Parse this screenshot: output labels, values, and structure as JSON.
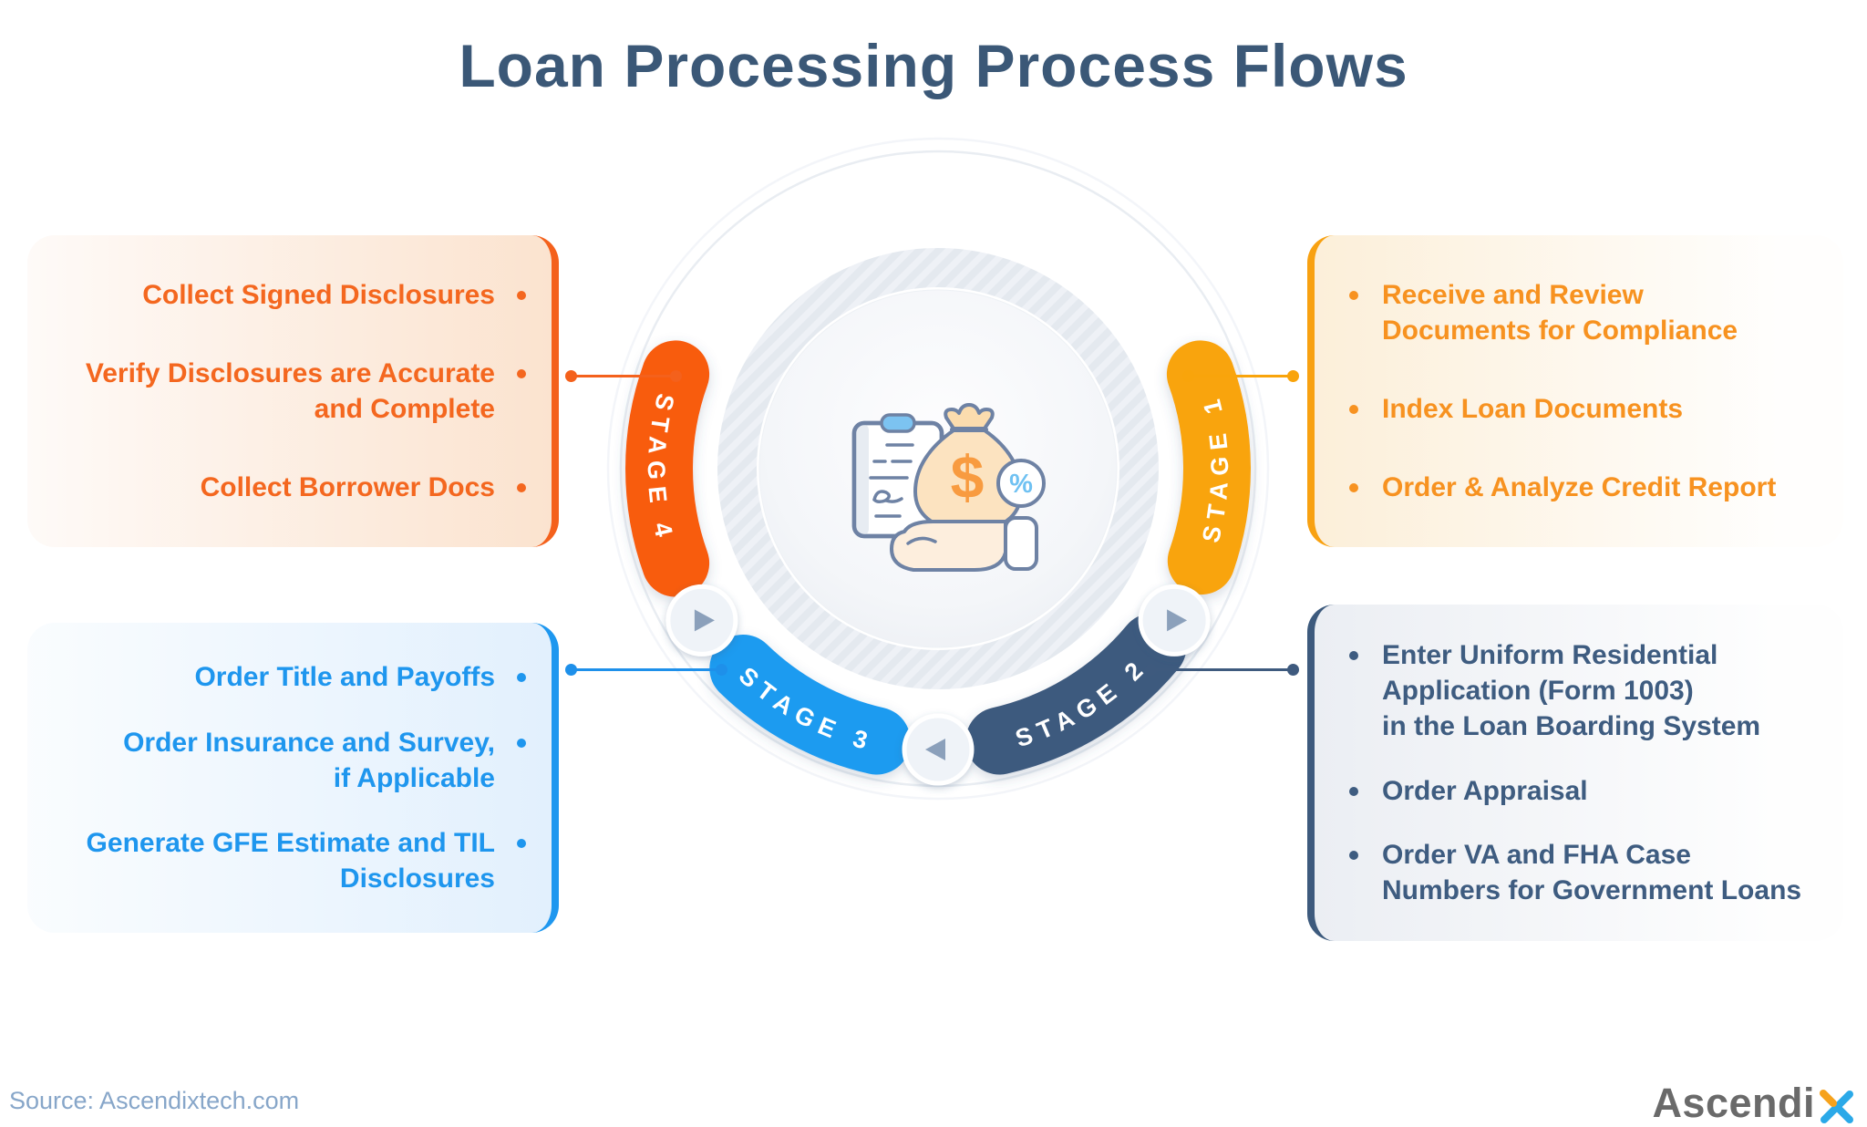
{
  "title": "Loan Processing Process Flows",
  "diagram": {
    "stages": [
      {
        "label": "STAGE 1",
        "color": "#f9a40a"
      },
      {
        "label": "STAGE 2",
        "color": "#3e5a7e"
      },
      {
        "label": "STAGE 3",
        "color": "#1e9bf0"
      },
      {
        "label": "STAGE 4",
        "color": "#f85c10"
      }
    ],
    "center_icon": "loan-money-bag-clipboard-hand-percent"
  },
  "boxes": {
    "top_left": {
      "stage": "STAGE 4",
      "accent": "#f4611c",
      "items": [
        {
          "text": "Collect Signed Disclosures"
        },
        {
          "text": "Verify Disclosures are Accurate\nand Complete"
        },
        {
          "text": "Collect Borrower Docs"
        }
      ]
    },
    "top_right": {
      "stage": "STAGE 1",
      "accent": "#f8a111",
      "items": [
        {
          "text": "Receive and Review\nDocuments for Compliance"
        },
        {
          "text": "Index Loan Documents"
        },
        {
          "text": "Order & Analyze Credit Report"
        }
      ]
    },
    "bottom_left": {
      "stage": "STAGE 3",
      "accent": "#1e97ef",
      "items": [
        {
          "text": "Order Title and Payoffs"
        },
        {
          "text": "Order Insurance and Survey,\nif Applicable"
        },
        {
          "text": "Generate GFE Estimate and TIL\nDisclosures"
        }
      ]
    },
    "bottom_right": {
      "stage": "STAGE 2",
      "accent": "#3d5a7d",
      "items": [
        {
          "text": "Enter Uniform Residential\nApplication (Form 1003)\nin the Loan Boarding System"
        },
        {
          "text": "Order Appraisal"
        },
        {
          "text": "Order VA and FHA Case\nNumbers for Government Loans"
        }
      ]
    }
  },
  "footer": {
    "source": "Source: Ascendixtech.com",
    "logo_text": "Ascendi",
    "logo_mark": "X"
  }
}
